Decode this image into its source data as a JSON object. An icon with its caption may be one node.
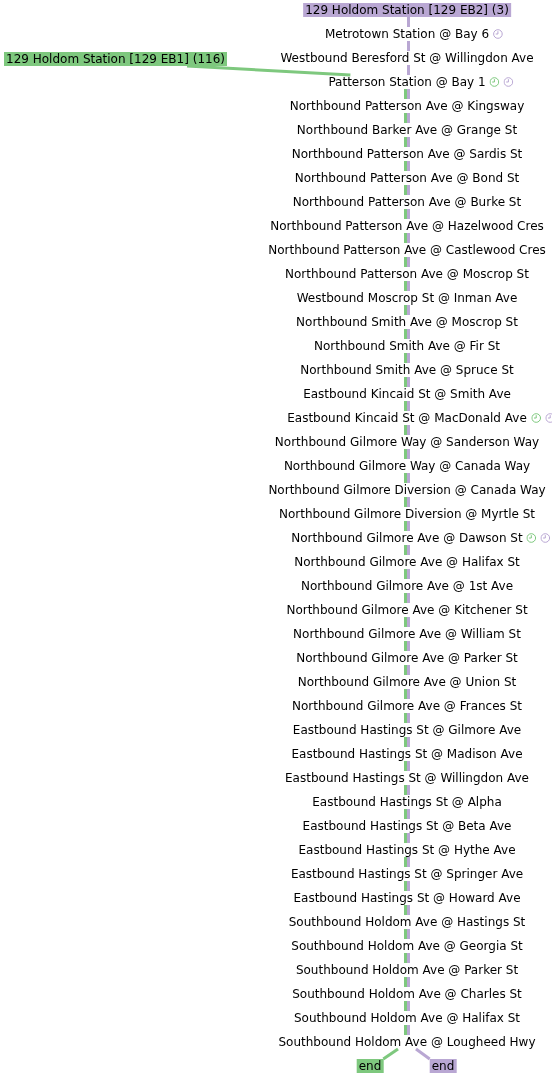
{
  "diagram": {
    "nodes": [
      {
        "text": [
          "129 Holdom Station [129 EB2] (3)"
        ]
      },
      {
        "text": [
          "129 Holdom Station [129 EB1] (116)"
        ]
      },
      {
        "text": [
          "Metrotown Station @ Bay 6"
        ]
      },
      {
        "text": [
          "Westbound Beresford St @ Willingdon Ave"
        ]
      },
      {
        "text": [
          "Patterson Station @ Bay 1"
        ]
      },
      {
        "text": [
          "Northbound Patterson Ave @ Kingsway"
        ]
      },
      {
        "text": [
          "Northbound Barker Ave @ Grange St"
        ]
      },
      {
        "text": [
          "Northbound Patterson Ave @ Sardis St"
        ]
      },
      {
        "text": [
          "Northbound Patterson Ave @ Bond St"
        ]
      },
      {
        "text": [
          "Northbound Patterson Ave @ Burke St"
        ]
      },
      {
        "text": [
          "Northbound Patterson Ave @ Hazelwood Cres"
        ]
      },
      {
        "text": [
          "Northbound Patterson Ave @ Castlewood Cres"
        ]
      },
      {
        "text": [
          "Northbound Patterson Ave @ Moscrop St"
        ]
      },
      {
        "text": [
          "Westbound Moscrop St @ Inman Ave"
        ]
      },
      {
        "text": [
          "Northbound Smith Ave @ Moscrop St"
        ]
      },
      {
        "text": [
          "Northbound Smith Ave @ Fir St"
        ]
      },
      {
        "text": [
          "Northbound Smith Ave @ Spruce St"
        ]
      },
      {
        "text": [
          "Eastbound Kincaid St @ Smith Ave"
        ]
      },
      {
        "text": [
          "Eastbound Kincaid St @ MacDonald Ave"
        ]
      },
      {
        "text": [
          "Northbound Gilmore Way @ Sanderson Way"
        ]
      },
      {
        "text": [
          "Northbound Gilmore Way @ Canada Way"
        ]
      },
      {
        "text": [
          "Northbound Gilmore Diversion @ Canada Way"
        ]
      },
      {
        "text": [
          "Northbound Gilmore Diversion @ Myrtle St"
        ]
      },
      {
        "text": [
          "Northbound Gilmore Ave @ Dawson St"
        ]
      },
      {
        "text": [
          "Northbound Gilmore Ave @ Halifax St"
        ]
      },
      {
        "text": [
          "Northbound Gilmore Ave @ 1st Ave"
        ]
      },
      {
        "text": [
          "Northbound Gilmore Ave @ Kitchener St"
        ]
      },
      {
        "text": [
          "Northbound Gilmore Ave @ William St"
        ]
      },
      {
        "text": [
          "Northbound Gilmore Ave @ Parker St"
        ]
      },
      {
        "text": [
          "Northbound Gilmore Ave @ Union St"
        ]
      },
      {
        "text": [
          "Northbound Gilmore Ave @ Frances St"
        ]
      },
      {
        "text": [
          "Eastbound Hastings St @ Gilmore Ave"
        ]
      },
      {
        "text": [
          "Eastbound Hastings St @ Madison Ave"
        ]
      },
      {
        "text": [
          "Eastbound Hastings St @ Willingdon Ave"
        ]
      },
      {
        "text": [
          "Eastbound Hastings St @ Alpha"
        ]
      },
      {
        "text": [
          "Eastbound Hastings St @ Beta Ave"
        ]
      },
      {
        "text": [
          "Eastbound Hastings St @ Hythe Ave"
        ]
      },
      {
        "text": [
          "Eastbound Hastings St @ Springer Ave"
        ]
      },
      {
        "text": [
          "Eastbound Hastings St @ Howard Ave"
        ]
      },
      {
        "text": [
          "Southbound Holdom Ave @ Hastings St"
        ]
      },
      {
        "text": [
          "Southbound Holdom Ave @ Georgia St"
        ]
      },
      {
        "text": [
          "Southbound Holdom Ave @ Parker St"
        ]
      },
      {
        "text": [
          "Southbound Holdom Ave @ Charles St"
        ]
      },
      {
        "text": [
          "Southbound Holdom Ave @ Halifax St"
        ]
      },
      {
        "text": [
          "Southbound Holdom Ave @ Lougheed Hwy"
        ]
      },
      {
        "text": [
          "end"
        ]
      },
      {
        "text": [
          "end"
        ]
      }
    ],
    "edges": [
      {
        "from": 0,
        "to": 2,
        "arrow": "none",
        "color": "#b9a7d3"
      },
      {
        "from": 2,
        "to": 3,
        "arrow": "none",
        "color": "#b9a7d3"
      },
      {
        "from": 3,
        "to": 4,
        "arrow": "none",
        "color": "#b9a7d3"
      },
      {
        "from": 1,
        "to": 4,
        "arrow": "none",
        "color": "#7ec87e"
      },
      {
        "from": 4,
        "to": 5,
        "arrow": "none",
        "color": "#7ec87e"
      },
      {
        "from": 4,
        "to": 5,
        "arrow": "none",
        "color": "#b9a7d3"
      },
      {
        "from": 5,
        "to": 6,
        "arrow": "none",
        "color": "#7ec87e"
      },
      {
        "from": 5,
        "to": 6,
        "arrow": "none",
        "color": "#b9a7d3"
      },
      {
        "from": 6,
        "to": 7,
        "arrow": "none",
        "color": "#7ec87e"
      },
      {
        "from": 6,
        "to": 7,
        "arrow": "none",
        "color": "#b9a7d3"
      },
      {
        "from": 7,
        "to": 8,
        "arrow": "none",
        "color": "#7ec87e"
      },
      {
        "from": 7,
        "to": 8,
        "arrow": "none",
        "color": "#b9a7d3"
      },
      {
        "from": 8,
        "to": 9,
        "arrow": "none",
        "color": "#7ec87e"
      },
      {
        "from": 8,
        "to": 9,
        "arrow": "none",
        "color": "#b9a7d3"
      },
      {
        "from": 9,
        "to": 10,
        "arrow": "none",
        "color": "#7ec87e"
      },
      {
        "from": 9,
        "to": 10,
        "arrow": "none",
        "color": "#b9a7d3"
      },
      {
        "from": 10,
        "to": 11,
        "arrow": "none",
        "color": "#7ec87e"
      },
      {
        "from": 10,
        "to": 11,
        "arrow": "none",
        "color": "#b9a7d3"
      },
      {
        "from": 11,
        "to": 12,
        "arrow": "none",
        "color": "#7ec87e"
      },
      {
        "from": 11,
        "to": 12,
        "arrow": "none",
        "color": "#b9a7d3"
      },
      {
        "from": 12,
        "to": 13,
        "arrow": "none",
        "color": "#7ec87e"
      },
      {
        "from": 12,
        "to": 13,
        "arrow": "none",
        "color": "#b9a7d3"
      },
      {
        "from": 13,
        "to": 14,
        "arrow": "none",
        "color": "#7ec87e"
      },
      {
        "from": 13,
        "to": 14,
        "arrow": "none",
        "color": "#b9a7d3"
      },
      {
        "from": 14,
        "to": 15,
        "arrow": "none",
        "color": "#7ec87e"
      },
      {
        "from": 14,
        "to": 15,
        "arrow": "none",
        "color": "#b9a7d3"
      },
      {
        "from": 15,
        "to": 16,
        "arrow": "none",
        "color": "#7ec87e"
      },
      {
        "from": 15,
        "to": 16,
        "arrow": "none",
        "color": "#b9a7d3"
      },
      {
        "from": 16,
        "to": 17,
        "arrow": "none",
        "color": "#7ec87e"
      },
      {
        "from": 16,
        "to": 17,
        "arrow": "none",
        "color": "#b9a7d3"
      },
      {
        "from": 17,
        "to": 18,
        "arrow": "none",
        "color": "#7ec87e"
      },
      {
        "from": 17,
        "to": 18,
        "arrow": "none",
        "color": "#b9a7d3"
      },
      {
        "from": 18,
        "to": 19,
        "arrow": "none",
        "color": "#7ec87e"
      },
      {
        "from": 18,
        "to": 19,
        "arrow": "none",
        "color": "#b9a7d3"
      },
      {
        "from": 19,
        "to": 20,
        "arrow": "none",
        "color": "#7ec87e"
      },
      {
        "from": 19,
        "to": 20,
        "arrow": "none",
        "color": "#b9a7d3"
      },
      {
        "from": 20,
        "to": 21,
        "arrow": "none",
        "color": "#7ec87e"
      },
      {
        "from": 20,
        "to": 21,
        "arrow": "none",
        "color": "#b9a7d3"
      },
      {
        "from": 21,
        "to": 22,
        "arrow": "none",
        "color": "#7ec87e"
      },
      {
        "from": 21,
        "to": 22,
        "arrow": "none",
        "color": "#b9a7d3"
      },
      {
        "from": 22,
        "to": 23,
        "arrow": "none",
        "color": "#7ec87e"
      },
      {
        "from": 22,
        "to": 23,
        "arrow": "none",
        "color": "#b9a7d3"
      },
      {
        "from": 23,
        "to": 24,
        "arrow": "none",
        "color": "#7ec87e"
      },
      {
        "from": 23,
        "to": 24,
        "arrow": "none",
        "color": "#b9a7d3"
      },
      {
        "from": 24,
        "to": 25,
        "arrow": "none",
        "color": "#7ec87e"
      },
      {
        "from": 24,
        "to": 25,
        "arrow": "none",
        "color": "#b9a7d3"
      },
      {
        "from": 25,
        "to": 26,
        "arrow": "none",
        "color": "#7ec87e"
      },
      {
        "from": 25,
        "to": 26,
        "arrow": "none",
        "color": "#b9a7d3"
      },
      {
        "from": 26,
        "to": 27,
        "arrow": "none",
        "color": "#7ec87e"
      },
      {
        "from": 26,
        "to": 27,
        "arrow": "none",
        "color": "#b9a7d3"
      },
      {
        "from": 27,
        "to": 28,
        "arrow": "none",
        "color": "#7ec87e"
      },
      {
        "from": 27,
        "to": 28,
        "arrow": "none",
        "color": "#b9a7d3"
      },
      {
        "from": 28,
        "to": 29,
        "arrow": "none",
        "color": "#7ec87e"
      },
      {
        "from": 28,
        "to": 29,
        "arrow": "none",
        "color": "#b9a7d3"
      },
      {
        "from": 29,
        "to": 30,
        "arrow": "none",
        "color": "#7ec87e"
      },
      {
        "from": 29,
        "to": 30,
        "arrow": "none",
        "color": "#b9a7d3"
      },
      {
        "from": 30,
        "to": 31,
        "arrow": "none",
        "color": "#7ec87e"
      },
      {
        "from": 30,
        "to": 31,
        "arrow": "none",
        "color": "#b9a7d3"
      },
      {
        "from": 31,
        "to": 32,
        "arrow": "none",
        "color": "#7ec87e"
      },
      {
        "from": 31,
        "to": 32,
        "arrow": "none",
        "color": "#b9a7d3"
      },
      {
        "from": 32,
        "to": 33,
        "arrow": "none",
        "color": "#7ec87e"
      },
      {
        "from": 32,
        "to": 33,
        "arrow": "none",
        "color": "#b9a7d3"
      },
      {
        "from": 33,
        "to": 34,
        "arrow": "none",
        "color": "#7ec87e"
      },
      {
        "from": 33,
        "to": 34,
        "arrow": "none",
        "color": "#b9a7d3"
      },
      {
        "from": 34,
        "to": 35,
        "arrow": "none",
        "color": "#7ec87e"
      },
      {
        "from": 34,
        "to": 35,
        "arrow": "none",
        "color": "#b9a7d3"
      },
      {
        "from": 35,
        "to": 36,
        "arrow": "none",
        "color": "#7ec87e"
      },
      {
        "from": 35,
        "to": 36,
        "arrow": "none",
        "color": "#b9a7d3"
      },
      {
        "from": 36,
        "to": 37,
        "arrow": "none",
        "color": "#7ec87e"
      },
      {
        "from": 36,
        "to": 37,
        "arrow": "none",
        "color": "#b9a7d3"
      },
      {
        "from": 37,
        "to": 38,
        "arrow": "none",
        "color": "#7ec87e"
      },
      {
        "from": 37,
        "to": 38,
        "arrow": "none",
        "color": "#b9a7d3"
      },
      {
        "from": 38,
        "to": 39,
        "arrow": "none",
        "color": "#7ec87e"
      },
      {
        "from": 38,
        "to": 39,
        "arrow": "none",
        "color": "#b9a7d3"
      },
      {
        "from": 39,
        "to": 40,
        "arrow": "none",
        "color": "#7ec87e"
      },
      {
        "from": 39,
        "to": 40,
        "arrow": "none",
        "color": "#b9a7d3"
      },
      {
        "from": 40,
        "to": 41,
        "arrow": "none",
        "color": "#7ec87e"
      },
      {
        "from": 40,
        "to": 41,
        "arrow": "none",
        "color": "#b9a7d3"
      },
      {
        "from": 41,
        "to": 42,
        "arrow": "none",
        "color": "#7ec87e"
      },
      {
        "from": 41,
        "to": 42,
        "arrow": "none",
        "color": "#b9a7d3"
      },
      {
        "from": 42,
        "to": 43,
        "arrow": "none",
        "color": "#7ec87e"
      },
      {
        "from": 42,
        "to": 43,
        "arrow": "none",
        "color": "#b9a7d3"
      },
      {
        "from": 43,
        "to": 44,
        "arrow": "none",
        "color": "#7ec87e"
      },
      {
        "from": 43,
        "to": 44,
        "arrow": "none",
        "color": "#b9a7d3"
      },
      {
        "from": 44,
        "to": 45,
        "arrow": "none",
        "color": "#7ec87e"
      },
      {
        "from": 44,
        "to": 46,
        "arrow": "none",
        "color": "#b9a7d3"
      }
    ]
  }
}
